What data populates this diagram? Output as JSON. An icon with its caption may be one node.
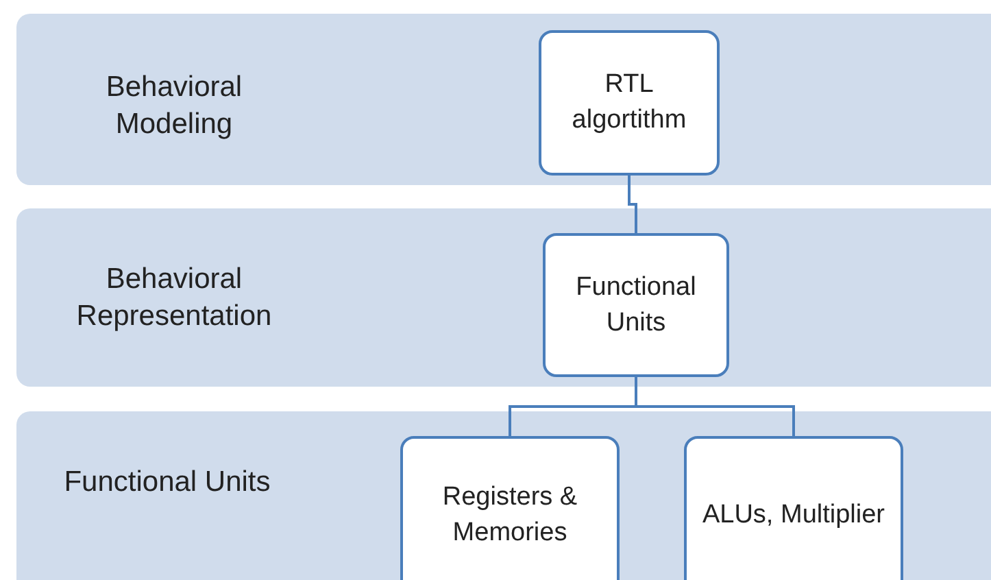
{
  "diagram": {
    "nodes": [
      {
        "text": [
          "Behavioral Modeling"
        ]
      },
      {
        "text": [
          "RTL algortithm"
        ],
        "in": 0
      },
      {
        "text": [
          "Behavioral Representation"
        ]
      },
      {
        "text": [
          "Functional Units"
        ],
        "in": 2
      },
      {
        "text": [
          "Functional Units"
        ]
      },
      {
        "text": [
          "Registers & Memories"
        ],
        "in": 4
      },
      {
        "text": [
          "ALUs, Multiplier"
        ],
        "in": 4
      }
    ],
    "edges": [
      {
        "from": 1,
        "to": 3,
        "arrow": "none"
      },
      {
        "from": 3,
        "to": 5,
        "arrow": "none"
      },
      {
        "from": 3,
        "to": 6,
        "arrow": "none"
      }
    ]
  }
}
